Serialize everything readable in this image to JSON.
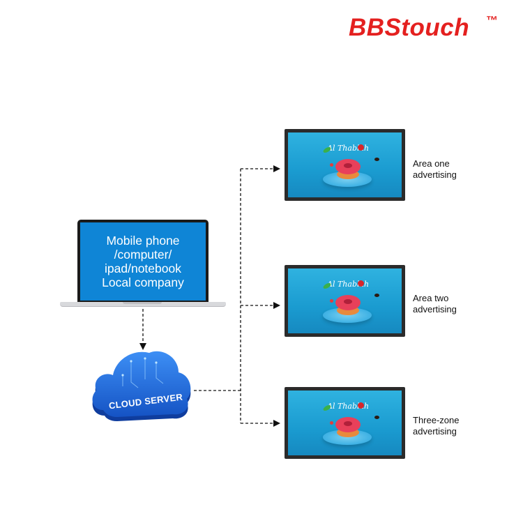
{
  "brand": {
    "name": "BBStouch",
    "trademark": "™",
    "color": "#e4201f"
  },
  "laptop": {
    "lines": [
      "Mobile phone",
      "/computer/",
      "ipad/notebook",
      "Local company"
    ],
    "screen_color": "#0f85d6"
  },
  "cloud": {
    "label": "CLOUD SERVER",
    "color": "#1f6fe0"
  },
  "screen_logo": "Al Thablah",
  "areas": [
    {
      "lines": [
        "Area one",
        "advertising"
      ]
    },
    {
      "lines": [
        "Area two",
        "advertising"
      ]
    },
    {
      "lines": [
        "Three-zone",
        "advertising"
      ]
    }
  ]
}
